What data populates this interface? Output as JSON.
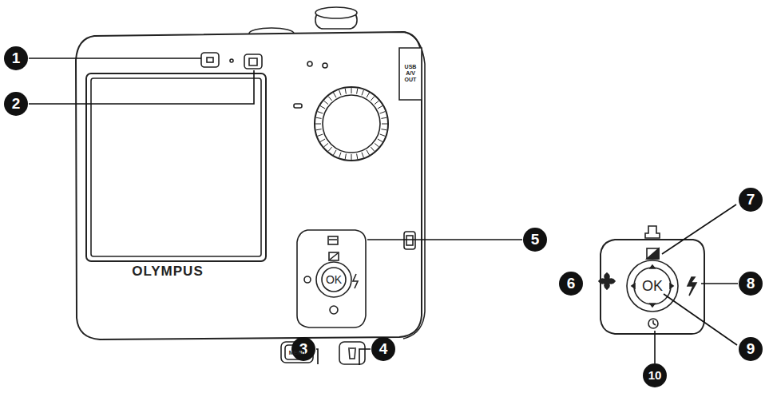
{
  "diagram": {
    "labels": [
      "1",
      "2",
      "3",
      "4",
      "5",
      "6",
      "7",
      "8",
      "9",
      "10",
      "OLYMPUS",
      "MENU",
      "OK",
      "OK",
      "USB A/V OUT"
    ]
  }
}
